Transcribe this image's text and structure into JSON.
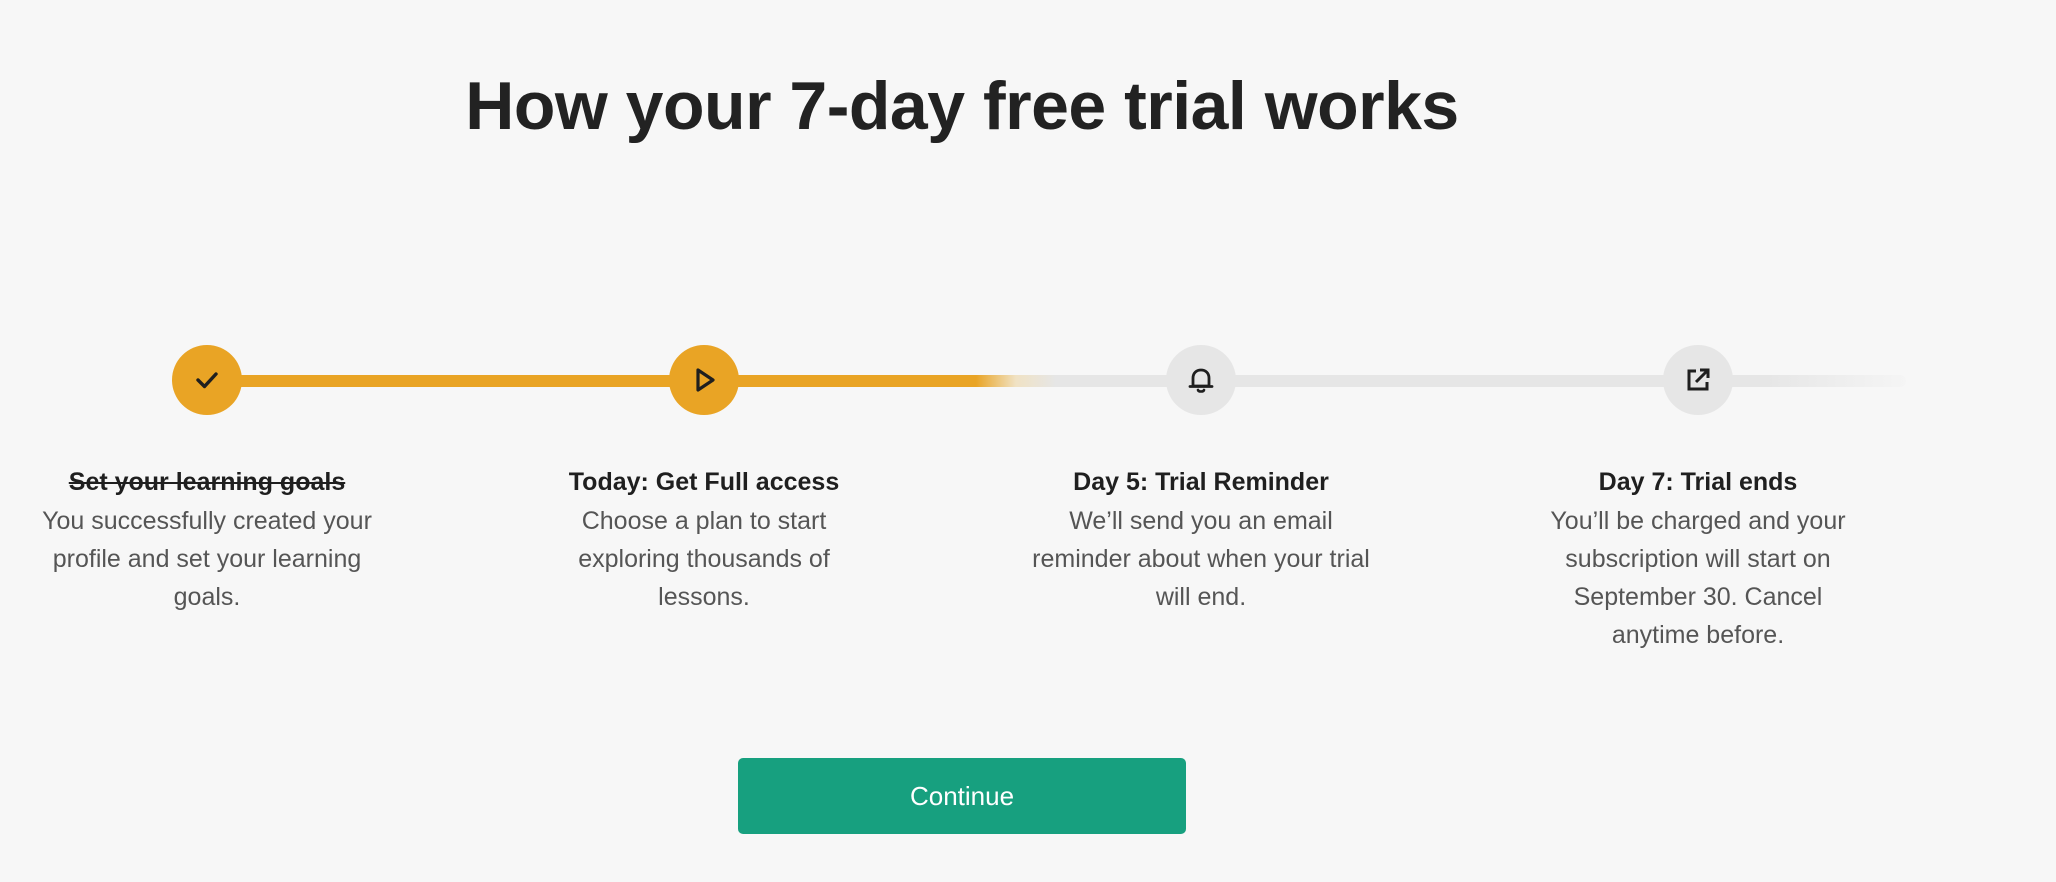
{
  "header": {
    "title": "How your 7-day free trial works"
  },
  "colors": {
    "accent": "#e9a425",
    "inactive": "#e6e6e6",
    "button": "#17a07f"
  },
  "steps": [
    {
      "icon": "checkmark-icon",
      "status": "completed",
      "title": "Set your learning goals",
      "description": "You successfully created your profile and set your learning goals."
    },
    {
      "icon": "play-icon",
      "status": "current",
      "title": "Today: Get Full access",
      "description": "Choose a plan to start exploring thousands of lessons."
    },
    {
      "icon": "bell-icon",
      "status": "upcoming",
      "title": "Day 5: Trial Reminder",
      "description": "We’ll send you an email reminder about when your trial will end."
    },
    {
      "icon": "external-link-icon",
      "status": "upcoming",
      "title": "Day 7: Trial ends",
      "description": "You’ll be charged and your subscription will start on September 30. Cancel anytime before."
    }
  ],
  "actions": {
    "continue_label": "Continue"
  }
}
